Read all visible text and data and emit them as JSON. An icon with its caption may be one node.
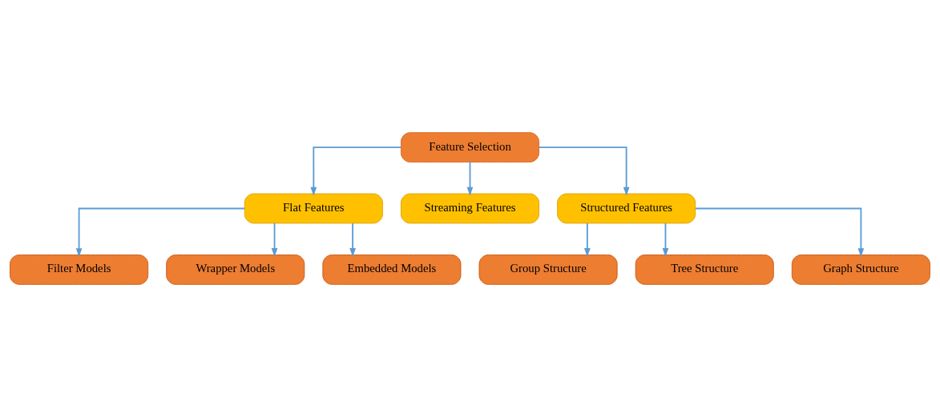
{
  "diagram": {
    "nodes": [
      {
        "text": [
          "Feature Selection"
        ]
      },
      {
        "text": [
          "Flat Features"
        ]
      },
      {
        "text": [
          "Streaming Features"
        ]
      },
      {
        "text": [
          "Structured Features"
        ]
      },
      {
        "text": [
          "Filter Models"
        ]
      },
      {
        "text": [
          "Wrapper Models"
        ]
      },
      {
        "text": [
          "Embedded Models"
        ]
      },
      {
        "text": [
          "Group Structure"
        ]
      },
      {
        "text": [
          "Tree Structure"
        ]
      },
      {
        "text": [
          "Graph Structure"
        ]
      }
    ],
    "edges": [
      {
        "from": 0,
        "to": 1,
        "arrow": "to"
      },
      {
        "from": 0,
        "to": 2,
        "arrow": "to"
      },
      {
        "from": 0,
        "to": 3,
        "arrow": "to"
      },
      {
        "from": 1,
        "to": 4,
        "arrow": "to"
      },
      {
        "from": 1,
        "to": 5,
        "arrow": "to"
      },
      {
        "from": 1,
        "to": 6,
        "arrow": "to"
      },
      {
        "from": 3,
        "to": 7,
        "arrow": "to"
      },
      {
        "from": 3,
        "to": 8,
        "arrow": "to"
      },
      {
        "from": 3,
        "to": 9,
        "arrow": "to"
      }
    ]
  }
}
